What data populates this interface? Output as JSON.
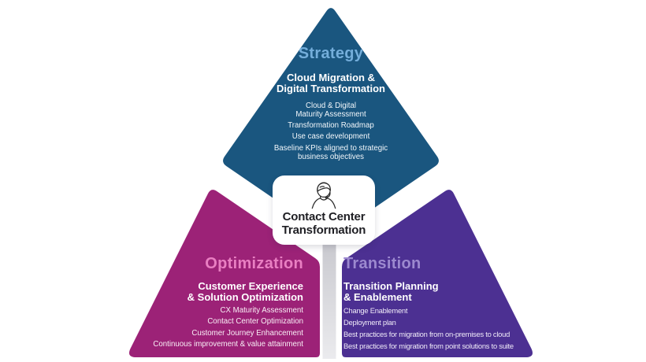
{
  "center": {
    "label": "Contact Center\nTransformation",
    "icon": "agent-headset-icon"
  },
  "strategy": {
    "title": "Strategy",
    "subtitle": "Cloud Migration &\nDigital Transformation",
    "items": [
      "Cloud & Digital\nMaturity Assessment",
      "Transformation Roadmap",
      "Use case development",
      "Baseline KPIs aligned to strategic\nbusiness objectives"
    ]
  },
  "optimization": {
    "title": "Optimization",
    "subtitle": "Customer Experience\n& Solution Optimization",
    "items": [
      "CX Maturity Assessment",
      "Contact Center Optimization",
      "Customer Journey Enhancement",
      "Continuous improvement & value attainment"
    ]
  },
  "transition": {
    "title": "Transition",
    "subtitle": "Transition Planning\n& Enablement",
    "items": [
      "Change Enablement",
      "Deployment plan",
      "Best practices for migration from on-premises to cloud",
      "Best practices for migration from point solutions to suite"
    ]
  },
  "colors": {
    "strategy_fill": "#1A567F",
    "strategy_title": "#74AEDB",
    "optimization_fill": "#9C2277",
    "optimization_title": "#E97FC2",
    "transition_fill": "#4C3092",
    "transition_title": "#9C89CF",
    "connector_stem": "#CACAD0",
    "card_background": "#FFFFFF",
    "card_text": "#1F1F24"
  }
}
